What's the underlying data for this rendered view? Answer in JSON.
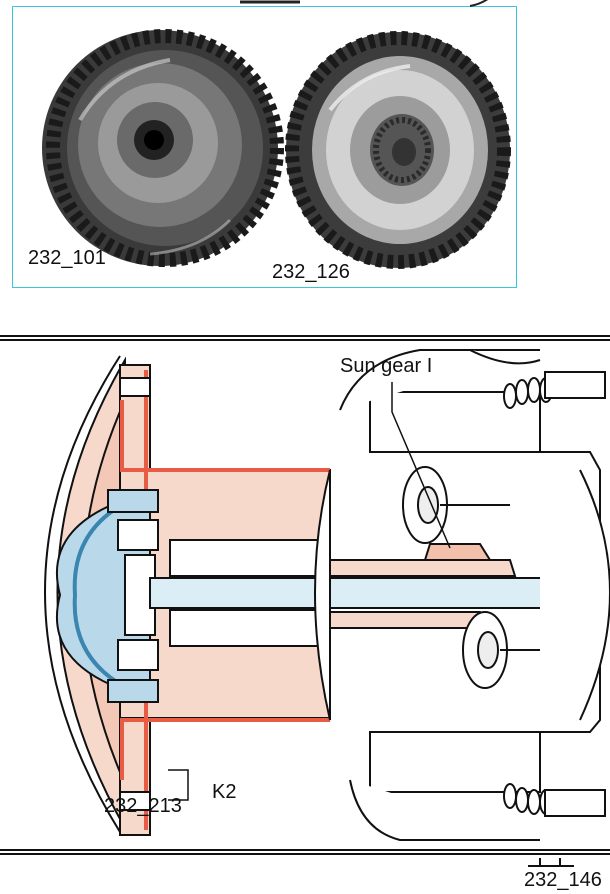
{
  "photos": {
    "left_caption": "232_101",
    "right_caption": "232_126"
  },
  "diagram": {
    "sun_gear_label": "Sun gear I",
    "k2_label": "K2",
    "figure_number": "232_213",
    "figure_number_bottom": "232_146"
  },
  "colors": {
    "photo_border": "#38c6dc",
    "clutch_pink": "#f7d9cc",
    "clutch_red": "#e85c45",
    "piston_blue": "#b9d9ea",
    "shaft_blue": "#dbeef6"
  }
}
